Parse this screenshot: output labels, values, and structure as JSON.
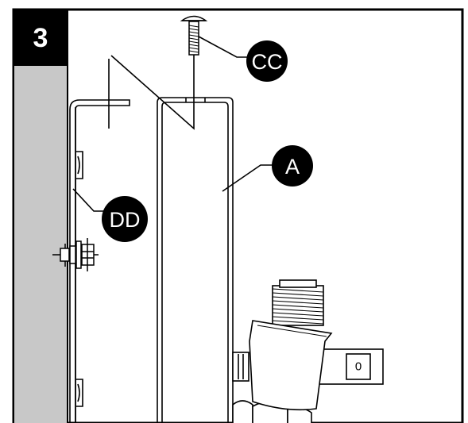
{
  "step": {
    "number": "3"
  },
  "callouts": {
    "screw": "CC",
    "panel": "A",
    "bracket": "DD"
  },
  "valve": {
    "mark": "0"
  },
  "colors": {
    "line": "#000000",
    "wall": "#c8c8c8",
    "background": "#ffffff",
    "callout_fill": "#000000",
    "callout_text": "#ffffff"
  }
}
